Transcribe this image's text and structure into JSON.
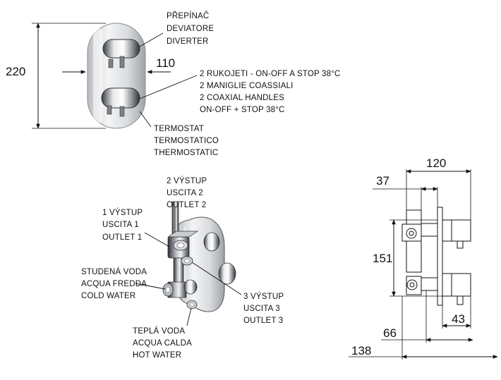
{
  "dimensions": {
    "front_height": "220",
    "front_depth": "110",
    "side_total_depth": "120",
    "side_plate": "37",
    "side_height": "151",
    "side_depth_66": "66",
    "side_depth_43": "43",
    "side_depth_138": "138"
  },
  "labels": {
    "diverter": [
      "PŘEPÍNAČ",
      "DEVIATORE",
      "DIVERTER"
    ],
    "handles": [
      "2 RUKOJETI - ON-OFF A STOP 38°C",
      "2 MANIGLIE COASSIALI",
      "2 COAXIAL HANDLES",
      "ON-OFF + STOP 38°C"
    ],
    "thermostat": [
      "TERMOSTAT",
      "TERMOSTATICO",
      "THERMOSTATIC"
    ],
    "outlet2": [
      "2 VÝSTUP",
      "USCITA 2",
      "OUTLET 2"
    ],
    "outlet1": [
      "1 VÝSTUP",
      "USCITA 1",
      "OUTLET 1"
    ],
    "cold_water": [
      "STUDENÁ VODA",
      "ACQUA FREDDA",
      "COLD WATER"
    ],
    "outlet3": [
      "3 VÝSTUP",
      "USCITA 3",
      "OUTLET 3"
    ],
    "hot_water": [
      "TEPLÁ VODA",
      "ACQUA CALDA",
      "HOT WATER"
    ]
  }
}
